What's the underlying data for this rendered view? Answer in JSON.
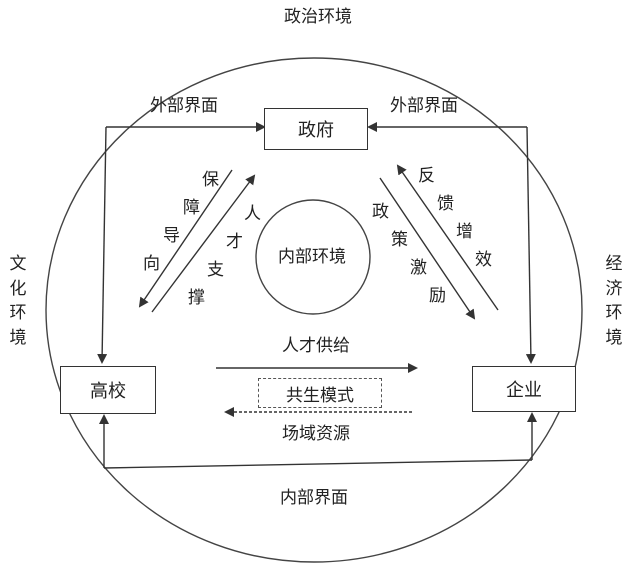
{
  "labels": {
    "political_env": "政治环境",
    "cultural_env": "文化环境",
    "economic_env": "经济环境",
    "external_interface_left": "外部界面",
    "external_interface_right": "外部界面",
    "internal_interface": "内部界面",
    "internal_env": "内部环境",
    "talent_supply": "人才供给",
    "symbiosis_mode": "共生模式",
    "field_resources": "场域资源"
  },
  "nodes": {
    "government": "政府",
    "university": "高校",
    "enterprise": "企业"
  },
  "flows": {
    "guarantee_guide": [
      "保",
      "障",
      "导",
      "向"
    ],
    "talent_support": [
      "人",
      "才",
      "支",
      "撑"
    ],
    "policy_incentive": [
      "政",
      "策",
      "激",
      "励"
    ],
    "feedback_effect": [
      "反",
      "馈",
      "增",
      "效"
    ]
  },
  "colors": {
    "line": "#333333",
    "text": "#222222"
  }
}
